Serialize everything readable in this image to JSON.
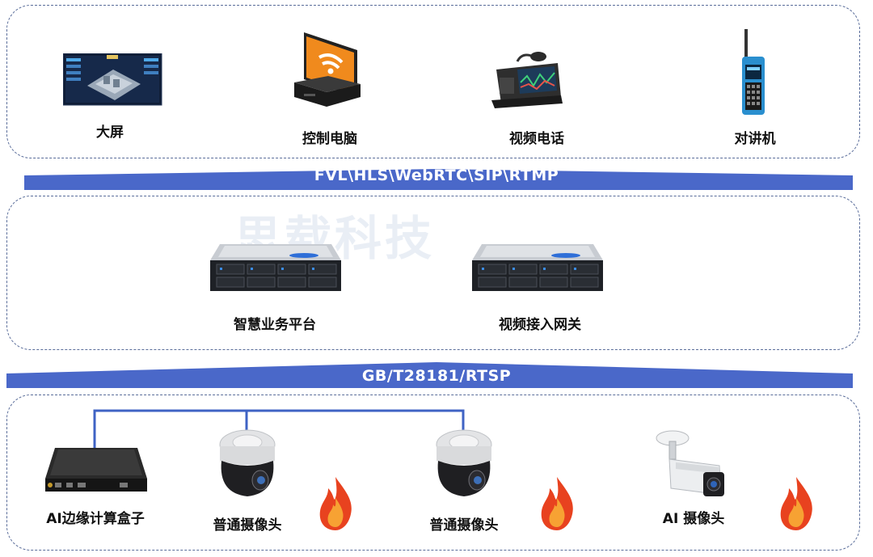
{
  "top_panel": {
    "devices": [
      {
        "label": "大屏",
        "icon": "video-wall-icon"
      },
      {
        "label": "控制电脑",
        "icon": "control-computer-icon"
      },
      {
        "label": "视频电话",
        "icon": "video-phone-icon"
      },
      {
        "label": "对讲机",
        "icon": "walkie-talkie-icon"
      }
    ]
  },
  "protocol_banner_top": {
    "text": "FVL\\HLS\\WebRTC\\SIP\\RTMP",
    "color": "#4a68c9"
  },
  "middle_panel": {
    "watermark": "思载科技",
    "servers": [
      {
        "label": "智慧业务平台",
        "icon": "rack-server-icon"
      },
      {
        "label": "视频接入网关",
        "icon": "rack-server-icon"
      }
    ]
  },
  "protocol_banner_bottom": {
    "text": "GB/T28181/RTSP",
    "color": "#4a68c9"
  },
  "bottom_panel": {
    "devices": [
      {
        "label": "AI边缘计算盒子",
        "icon": "edge-box-icon"
      },
      {
        "label": "普通摄像头",
        "icon": "dome-camera-icon"
      },
      {
        "label": "普通摄像头",
        "icon": "dome-camera-icon"
      },
      {
        "label": "AI 摄像头",
        "icon": "bullet-camera-icon"
      }
    ],
    "fire_icon_color": "#e8421f",
    "connector_color": "#3f63c4"
  }
}
